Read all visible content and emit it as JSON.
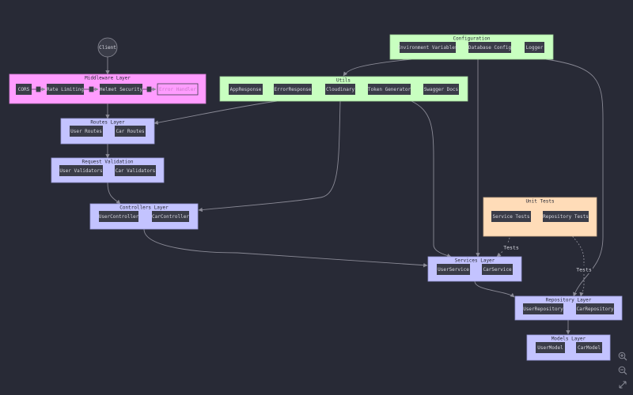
{
  "client": {
    "label": "Client"
  },
  "groups": {
    "configuration": {
      "title": "Configuration",
      "nodes": [
        "Environment Variables",
        "Database Config",
        "Logger"
      ]
    },
    "middleware": {
      "title": "Middleware Layer",
      "nodes": [
        "CORS",
        "Rate Limiting",
        "Helmet Security",
        "Error Handler"
      ]
    },
    "utils": {
      "title": "Utils",
      "nodes": [
        "AppResponse",
        "ErrorResponse",
        "Cloudinary",
        "Token Generator",
        "Swagger Docs"
      ]
    },
    "routes": {
      "title": "Routes Layer",
      "nodes": [
        "User Routes",
        "Car Routes"
      ]
    },
    "validation": {
      "title": "Request Validation",
      "nodes": [
        "User Validators",
        "Car Validators"
      ]
    },
    "controllers": {
      "title": "Controllers Layer",
      "nodes": [
        "UserController",
        "CarController"
      ]
    },
    "tests": {
      "title": "Unit Tests",
      "nodes": [
        "Service Tests",
        "Repository Tests"
      ]
    },
    "services": {
      "title": "Services Layer",
      "nodes": [
        "UserService",
        "CarService"
      ]
    },
    "repository": {
      "title": "Repository Layer",
      "nodes": [
        "UserRepository",
        "CarRepository"
      ]
    },
    "models": {
      "title": "Models Layer",
      "nodes": [
        "UserModel",
        "CarModel"
      ]
    }
  },
  "edge_labels": {
    "service_tests": "Tests",
    "repository_tests": "Tests"
  },
  "controls": [
    "zoom-in-icon",
    "zoom-out-icon",
    "fit-view-icon"
  ],
  "colors": {
    "background": "#282a36",
    "node_fill": "#3a3c48",
    "edge": "#8a8a96",
    "purple_group": "#c3c3ff",
    "green_group": "#c8ffc0",
    "pink_group": "#ff9cff",
    "orange_group": "#ffdcb8"
  }
}
